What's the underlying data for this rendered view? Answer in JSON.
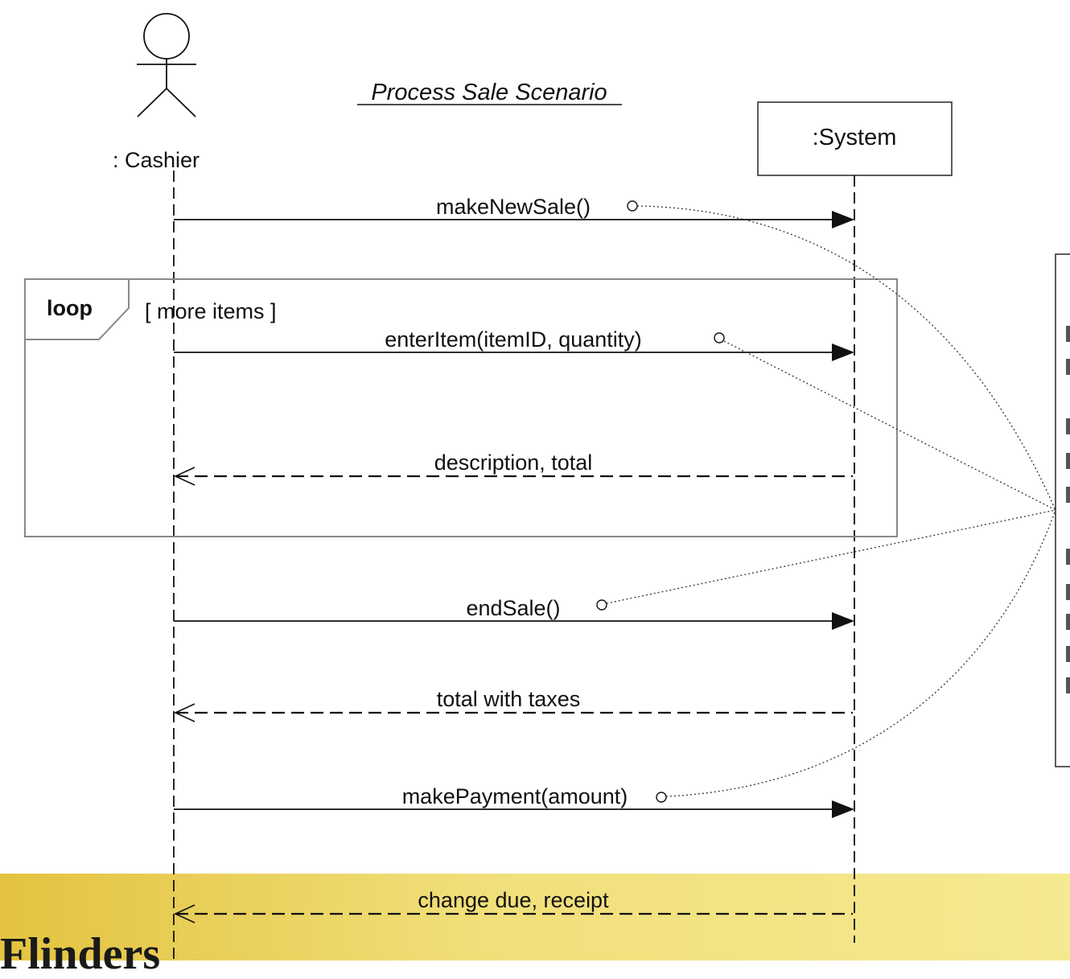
{
  "diagram": {
    "title": "Process Sale Scenario",
    "actor": {
      "label": ": Cashier"
    },
    "system": {
      "label": ":System"
    },
    "loop": {
      "operator": "loop",
      "guard": "[ more items ]"
    },
    "messages": [
      {
        "label": "makeNewSale()",
        "kind": "call"
      },
      {
        "label": "enterItem(itemID, quantity)",
        "kind": "call"
      },
      {
        "label": "description, total",
        "kind": "return"
      },
      {
        "label": "endSale()",
        "kind": "call"
      },
      {
        "label": "total with taxes",
        "kind": "return"
      },
      {
        "label": "makePayment(amount)",
        "kind": "call"
      },
      {
        "label": "change due, receipt",
        "kind": "return"
      }
    ]
  },
  "footer": {
    "brand": "Flinders",
    "band_color": "#f3e27f"
  },
  "colors": {
    "line": "#111111",
    "frame": "#888888",
    "background": "#ffffff"
  }
}
